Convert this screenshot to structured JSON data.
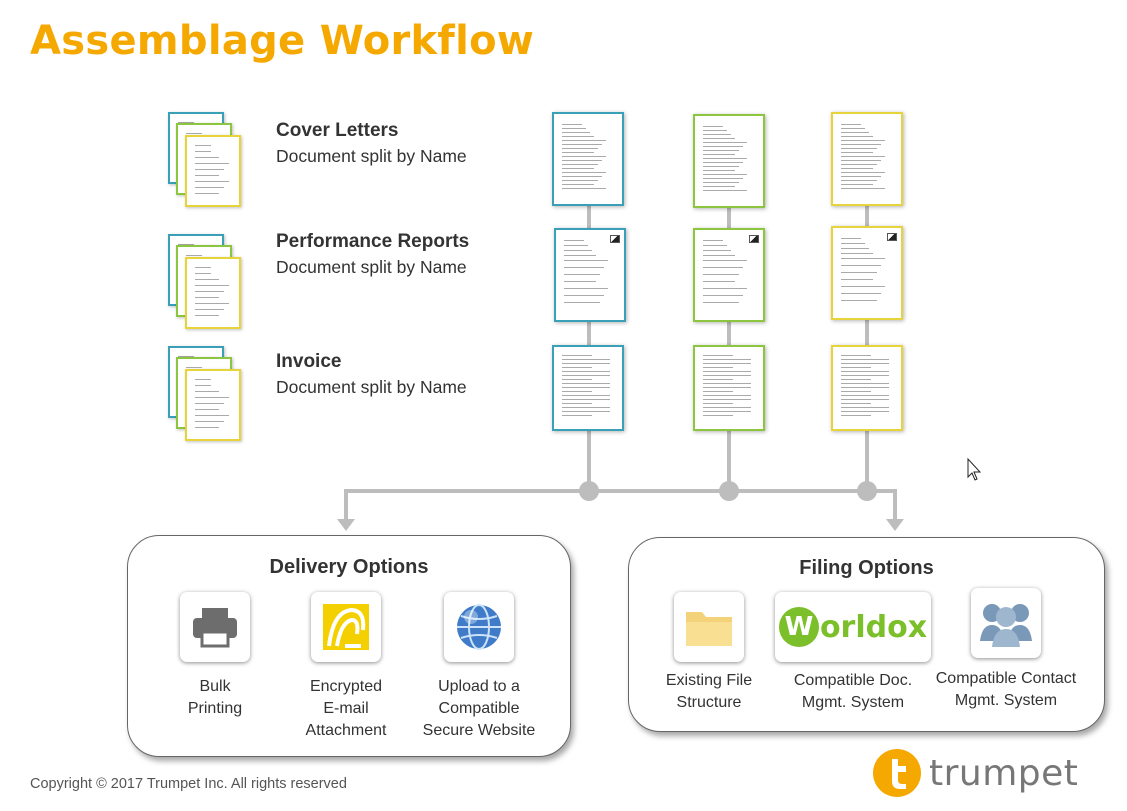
{
  "title": "Assemblage Workflow",
  "colors": {
    "accent": "#f5a800",
    "teal": "#39a0b8",
    "green": "#8cc63f",
    "yellow": "#e6d43a",
    "connector": "#bdbdbd"
  },
  "documents": [
    {
      "title": "Cover Letters",
      "subtitle": "Document split by Name"
    },
    {
      "title": "Performance Reports",
      "subtitle": "Document split by Name"
    },
    {
      "title": "Invoice",
      "subtitle": "Document split by Name"
    }
  ],
  "delivery": {
    "title": "Delivery Options",
    "options": [
      {
        "label": "Bulk\nPrinting",
        "icon": "printer-icon"
      },
      {
        "label": "Encrypted\nE-mail\nAttachment",
        "icon": "encrypted-email-icon"
      },
      {
        "label": "Upload to a\nCompatible\nSecure Website",
        "icon": "globe-icon"
      }
    ]
  },
  "filing": {
    "title": "Filing Options",
    "options": [
      {
        "label": "Existing File\nStructure",
        "icon": "folder-icon"
      },
      {
        "label": "Compatible Doc.\nMgmt. System",
        "icon": "worldox-logo"
      },
      {
        "label": "Compatible Contact\nMgmt. System",
        "icon": "contacts-icon"
      }
    ]
  },
  "worldox_logo_text": "Worldox",
  "copyright": "Copyright © 2017 Trumpet Inc. All rights reserved",
  "brand": "trumpet"
}
